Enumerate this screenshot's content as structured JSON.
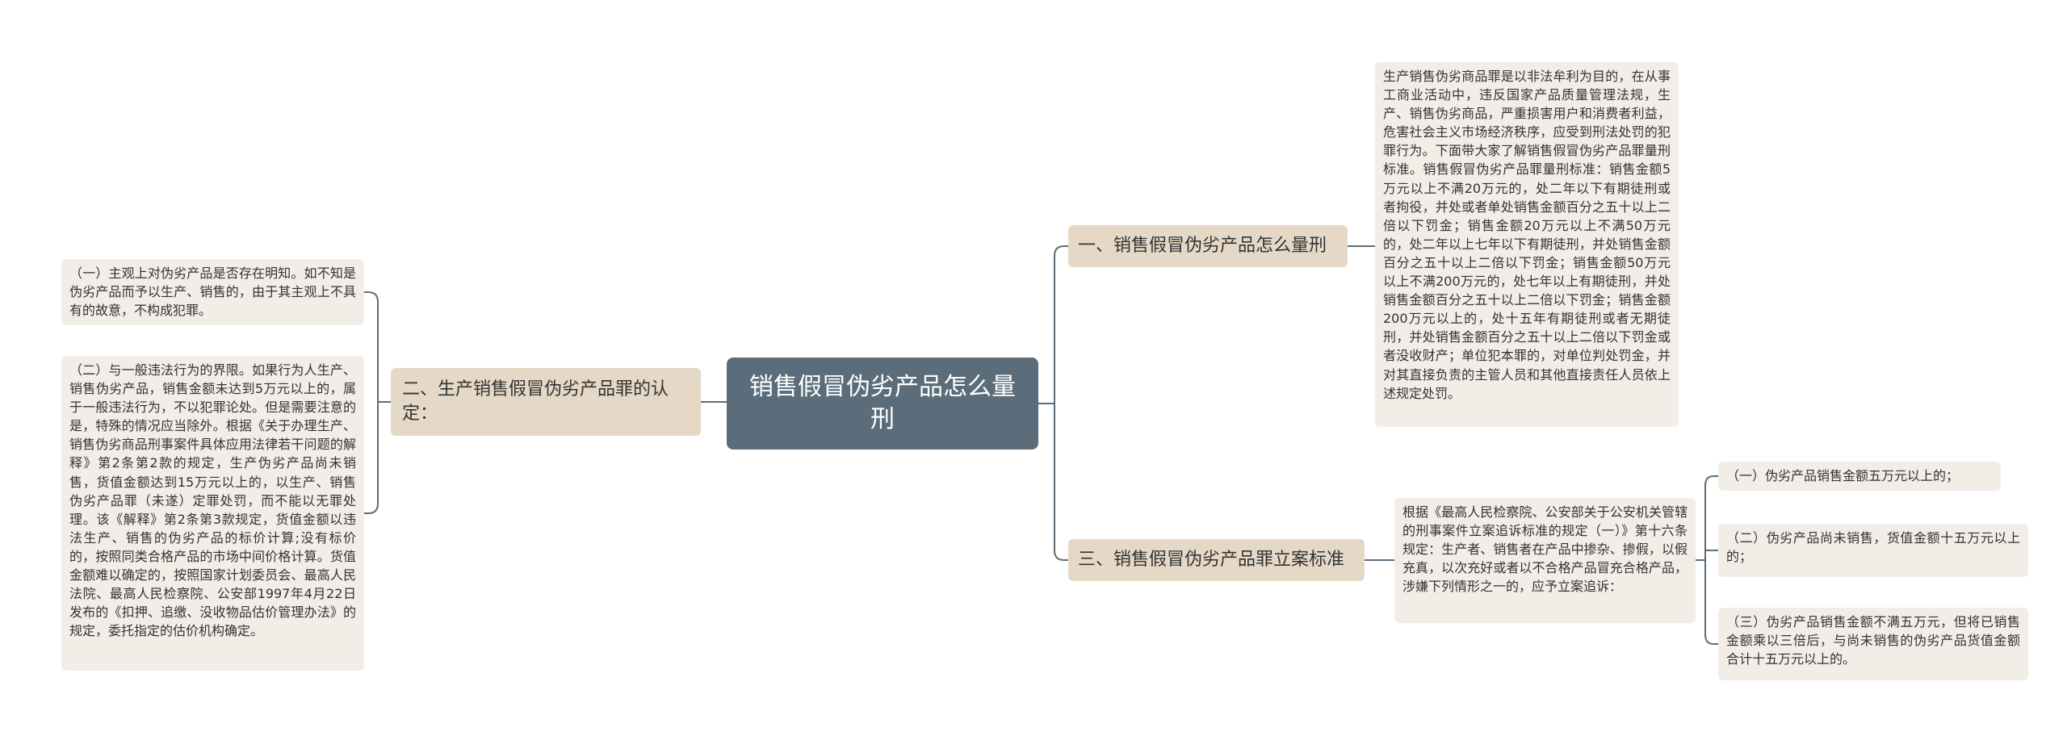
{
  "root": {
    "title": "销售假冒伪劣产品怎么量刑"
  },
  "branches": [
    {
      "label": "一、销售假冒伪劣产品怎么量刑",
      "children": [
        "生产销售伪劣商品罪是以非法牟利为目的，在从事工商业活动中，违反国家产品质量管理法规，生产、销售伪劣商品，严重损害用户和消费者利益，危害社会主义市场经济秩序，应受到刑法处罚的犯罪行为。下面带大家了解销售假冒伪劣产品罪量刑标准。销售假冒伪劣产品罪量刑标准：销售金额5万元以上不满20万元的，处二年以下有期徒刑或者拘役，并处或者单处销售金额百分之五十以上二倍以下罚金；销售金额20万元以上不满50万元的，处二年以上七年以下有期徒刑，并处销售金额百分之五十以上二倍以下罚金；销售金额50万元以上不满200万元的，处七年以上有期徒刑，并处销售金额百分之五十以上二倍以下罚金；销售金额200万元以上的，处十五年有期徒刑或者无期徒刑，并处销售金额百分之五十以上二倍以下罚金或者没收财产；单位犯本罪的，对单位判处罚金，并对其直接负责的主管人员和其他直接责任人员依上述规定处罚。"
      ]
    },
    {
      "label": "二、生产销售假冒伪劣产品罪的认定：",
      "children": [
        "（一）主观上对伪劣产品是否存在明知。如不知是伪劣产品而予以生产、销售的，由于其主观上不具有的故意，不构成犯罪。",
        "（二）与一般违法行为的界限。如果行为人生产、销售伪劣产品，销售金额未达到5万元以上的，属于一般违法行为，不以犯罪论处。但是需要注意的是，特殊的情况应当除外。根据《关于办理生产、销售伪劣商品刑事案件具体应用法律若干问题的解释》第2条第2款的规定，生产伪劣产品尚未销售，货值金额达到15万元以上的，以生产、销售伪劣产品罪（未遂）定罪处罚，而不能以无罪处理。该《解释》第2条第3款规定，货值金额以违法生产、销售的伪劣产品的标价计算;没有标价的，按照同类合格产品的市场中间价格计算。货值金额难以确定的，按照国家计划委员会、最高人民法院、最高人民检察院、公安部1997年4月22日发布的《扣押、追缴、没收物品估价管理办法》的规定，委托指定的估价机构确定。"
      ]
    },
    {
      "label": "三、销售假冒伪劣产品罪立案标准",
      "children": [
        "根据《最高人民检察院、公安部关于公安机关管辖的刑事案件立案追诉标准的规定（一）》第十六条规定：生产者、销售者在产品中掺杂、掺假，以假充真，以次充好或者以不合格产品冒充合格产品，涉嫌下列情形之一的，应予立案追诉："
      ],
      "sub_children": [
        "（一）伪劣产品销售金额五万元以上的；",
        "（二）伪劣产品尚未销售，货值金额十五万元以上的；",
        "（三）伪劣产品销售金额不满五万元，但将已销售金额乘以三倍后，与尚未销售的伪劣产品货值金额合计十五万元以上的。"
      ]
    }
  ],
  "colors": {
    "root_bg": "#5b6d7a",
    "branch_bg": "#e5d8c6",
    "leaf_bg": "#f2ede6",
    "line": "#5b6d7a"
  }
}
